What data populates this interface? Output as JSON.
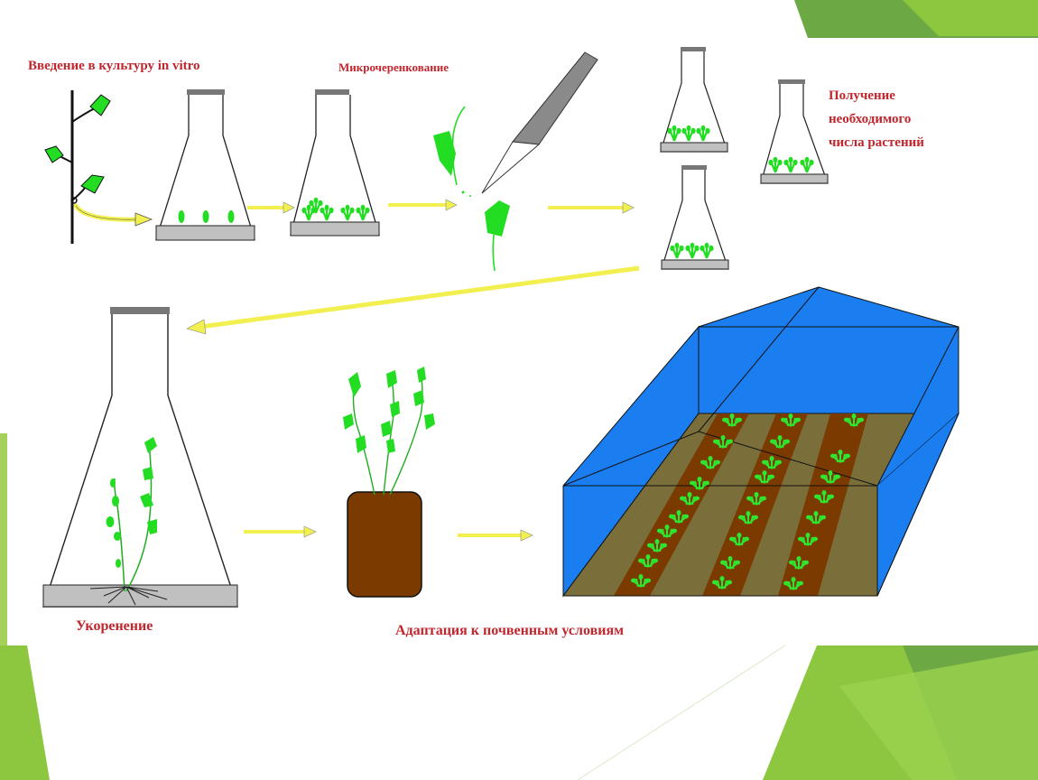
{
  "slide": {
    "colors": {
      "accent_green": "#8dc63f",
      "accent_dark_green": "#6a9a2c",
      "label_red": "#c0262d",
      "plant_green": "#22dd22",
      "arrow_yellow": "#f2f050",
      "greenhouse_blue": "#1a7ef0",
      "soil_brown": "#7a3a00",
      "soil_olive": "#7a6e3a"
    }
  },
  "diagram": {
    "labels": {
      "intro": "Введение в культуру in vitro",
      "microcuttings": "Микрочеренкование",
      "obtain_line1": "Получение",
      "obtain_line2": "необходимого",
      "obtain_line3": "числа растений",
      "rooting": "Укоренение",
      "adaptation": "Адаптация к почвенным условиям"
    }
  }
}
